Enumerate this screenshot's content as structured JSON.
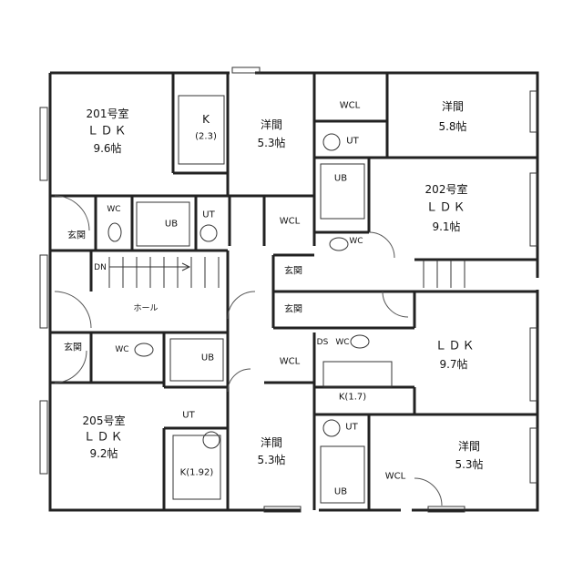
{
  "rooms": {
    "r201_name": "201号室",
    "r201_ldk": "ＬＤＫ",
    "r201_size": "9.6帖",
    "r201_k": "K",
    "r201_k_size": "(2.3)",
    "r201_wc": "WC",
    "r201_ub": "UB",
    "r201_ut": "UT",
    "yoma_top_mid": "洋間",
    "yoma_top_mid_size": "5.3帖",
    "wcl_top_mid": "WCL",
    "wcl_top_right": "WCL",
    "yoma_top_right": "洋間",
    "yoma_top_right_size": "5.8帖",
    "ut_top_right": "UT",
    "ub_top_right": "UB",
    "r202_name": "202号室",
    "r202_ldk": "ＬＤＫ",
    "r202_size": "9.1帖",
    "wc_202": "WC",
    "genkan_left_top": "玄関",
    "dn": "DN",
    "genkan_mid": "玄関",
    "hall": "ホール",
    "genkan_mid2": "玄関",
    "genkan_left_bottom": "玄関",
    "wc_205": "WC",
    "ub_205": "UB",
    "ds": "DS",
    "wc_right_mid": "WC",
    "ldk_right": "ＬＤＫ",
    "ldk_right_size": "9.7帖",
    "wcl_mid_bottom": "WCL",
    "k_right": "K(1.7)",
    "r205_name": "205号室",
    "r205_ldk": "ＬＤＫ",
    "r205_size": "9.2帖",
    "ut_205": "UT",
    "k_205": "K(1.92)",
    "yoma_bottom_mid": "洋間",
    "yoma_bottom_mid_size": "5.3帖",
    "ut_bottom_right": "UT",
    "wcl_bottom_right": "WCL",
    "ub_bottom_right": "UB",
    "yoma_bottom_right": "洋間",
    "yoma_bottom_right_size": "5.3帖"
  }
}
